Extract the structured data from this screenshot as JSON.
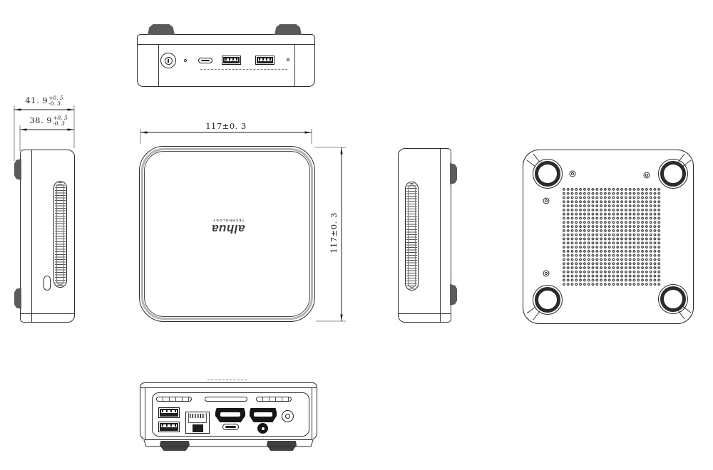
{
  "drawing": {
    "product": "mini-pc-orthographic-views",
    "colors": {
      "line": "#2b2b2b",
      "port_fill": "#161616",
      "background": "#ffffff"
    },
    "dimensions": {
      "depth_overall": {
        "value": "41. 9",
        "tol_plus": "+0. 5",
        "tol_minus": "-0. 3"
      },
      "depth_body": {
        "value": "38. 9",
        "tol_plus": "+0. 5",
        "tol_minus": "-0. 3"
      },
      "width_top": {
        "value": "117±0. 3"
      },
      "height_top": {
        "value": "117±0. 3"
      }
    },
    "logo": {
      "text": "alhua",
      "subtext": "TECHNOLOGY"
    },
    "front_ports": [
      "power-button",
      "microphone-hole",
      "usb-c-port",
      "usb-a-port",
      "usb-a-port",
      "indicator-hole"
    ],
    "rear_ports": [
      "usb-a-port",
      "usb-a-port",
      "rj45-ethernet-port",
      "hdmi-port",
      "hdmi-port",
      "usb-c-port",
      "audio-jack",
      "dc-power-jack"
    ]
  }
}
